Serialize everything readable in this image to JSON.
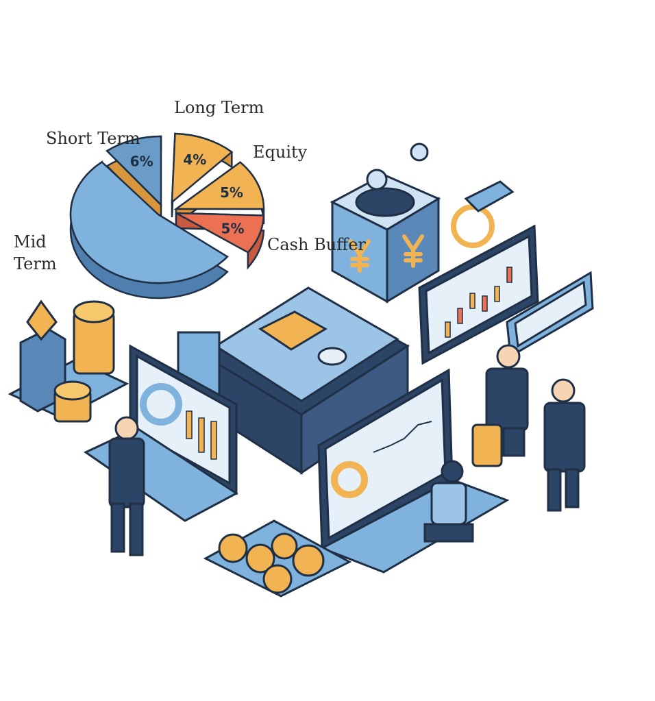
{
  "chart_data": {
    "type": "pie",
    "title": "",
    "slices": [
      {
        "label": "Short Term",
        "value": 6,
        "value_label": "6%",
        "color": "#6b9bc7"
      },
      {
        "label": "Long Term",
        "value": 4,
        "value_label": "4%",
        "color": "#f2b452"
      },
      {
        "label": "Equity",
        "value": 5,
        "value_label": "5%",
        "color": "#f2b452"
      },
      {
        "label": "Cash Buffer",
        "value": 5,
        "value_label": "5%",
        "color": "#ec7052"
      },
      {
        "label": "Mid Term",
        "value": null,
        "value_label": "",
        "color": "#7fb2dc"
      }
    ]
  },
  "labels": {
    "short_term": "Short Term",
    "long_term": "Long Term",
    "equity": "Equity",
    "cash_buffer": "Cash Buffer",
    "mid_term_1": "Mid",
    "mid_term_2": "Term"
  },
  "colors": {
    "navy": "#2c4466",
    "blue": "#7fb2dc",
    "light": "#cfe3f4",
    "gold": "#f2b452",
    "outline": "#1f2f45"
  }
}
